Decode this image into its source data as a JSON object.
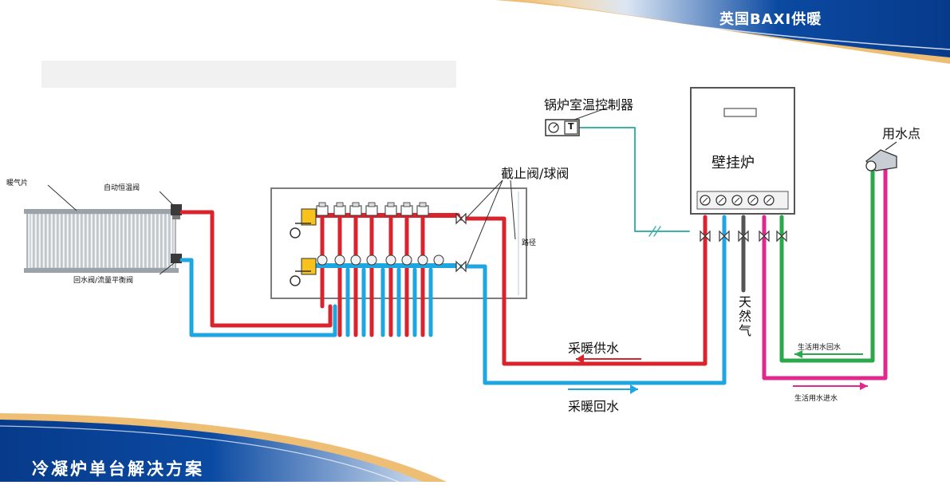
{
  "brand": {
    "text": "英国BAXI供暖"
  },
  "footer": {
    "title": "冷凝炉单台解决方案"
  },
  "labels": {
    "radiator": "暖气片",
    "auto_thermo_valve": "自动恒温阀",
    "return_balance_valve": "回水阀/流量平衡阀",
    "boiler_controller": "锅炉室温控制器",
    "stop_ball_valve": "截止阀/球阀",
    "boiler": "壁挂炉",
    "water_point": "用水点",
    "gas": "天然气",
    "heating_supply": "采暖供水",
    "heating_return": "采暖回水",
    "domestic_return": "生活用水回水",
    "domestic_inlet": "生活用水进水",
    "pipe_size": "路径",
    "controller_symbol": "T"
  },
  "colors": {
    "supply": "#d9232d",
    "return": "#1ea6e0",
    "domestic_green": "#2aa84a",
    "domestic_magenta": "#e0288f",
    "gas": "#555555",
    "control_wire": "#3bb3a8",
    "brand_blue": "#0b4aa2"
  }
}
